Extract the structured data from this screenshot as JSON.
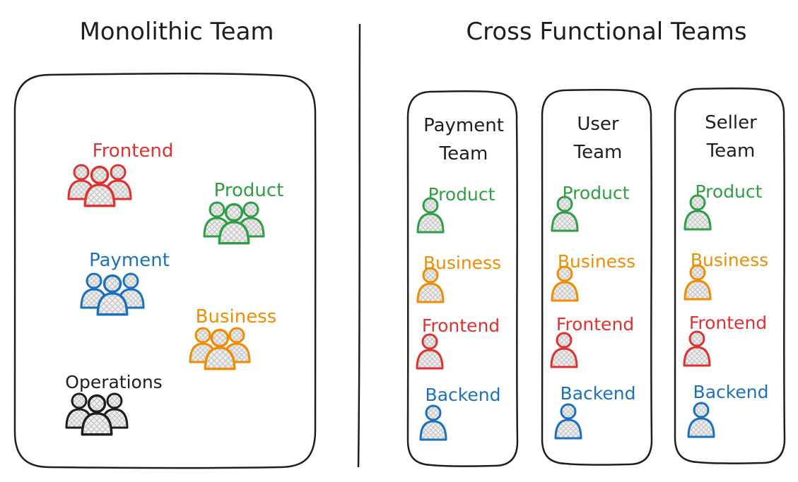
{
  "left_title": "Monolithic Team",
  "right_title": "Cross Functional Teams",
  "colors": {
    "red": "#e03131",
    "green": "#2f9e44",
    "blue": "#1971c2",
    "orange": "#f08c00",
    "black": "#1e1e1e"
  },
  "monolithic_groups": [
    {
      "label": "Frontend",
      "color": "red"
    },
    {
      "label": "Product",
      "color": "green"
    },
    {
      "label": "Payment",
      "color": "blue"
    },
    {
      "label": "Business",
      "color": "orange"
    },
    {
      "label": "Operations",
      "color": "black"
    }
  ],
  "cross_teams": [
    {
      "name_line1": "Payment",
      "name_line2": "Team",
      "members": [
        {
          "label": "Product",
          "color": "green"
        },
        {
          "label": "Business",
          "color": "orange"
        },
        {
          "label": "Frontend",
          "color": "red"
        },
        {
          "label": "Backend",
          "color": "blue"
        }
      ]
    },
    {
      "name_line1": "User",
      "name_line2": "Team",
      "members": [
        {
          "label": "Product",
          "color": "green"
        },
        {
          "label": "Business",
          "color": "orange"
        },
        {
          "label": "Frontend",
          "color": "red"
        },
        {
          "label": "Backend",
          "color": "blue"
        }
      ]
    },
    {
      "name_line1": "Seller",
      "name_line2": "Team",
      "members": [
        {
          "label": "Product",
          "color": "green"
        },
        {
          "label": "Business",
          "color": "orange"
        },
        {
          "label": "Frontend",
          "color": "red"
        },
        {
          "label": "Backend",
          "color": "blue"
        }
      ]
    }
  ]
}
